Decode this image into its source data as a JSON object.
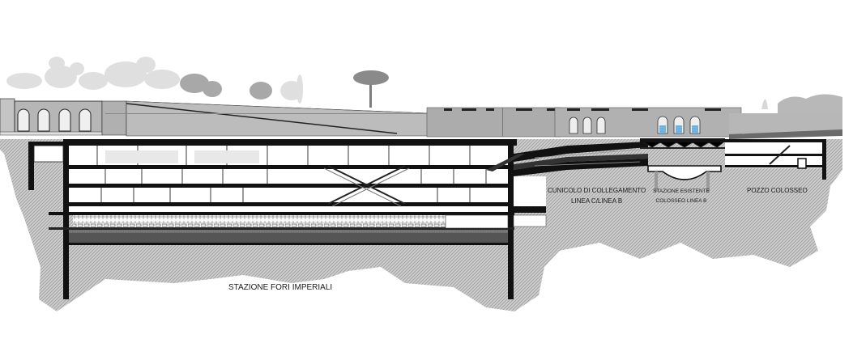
{
  "drawing": {
    "type": "architectural-longitudinal-section",
    "colors": {
      "ground_hatch": "#c8c8c8",
      "ground_hatch_dark": "#a9a9a9",
      "building_facade": "#b4b4b4",
      "facade_dark": "#8f8f8f",
      "structure": "#111111",
      "trees_light": "#d6d6d6",
      "trees_mid": "#9a9a9a",
      "window_blue": "#6fb4e0"
    },
    "labels": {
      "station_main": "STAZIONE FORI IMPERIALI",
      "tunnel_line1": "CUNICOLO DI COLLEGAMENTO",
      "tunnel_line2": "LINEA C/LINEA B",
      "existing_line1": "STAZIONE ESISTENTE",
      "existing_line2": "COLOSSEO LINEA B",
      "shaft": "POZZO COLOSSEO"
    }
  }
}
